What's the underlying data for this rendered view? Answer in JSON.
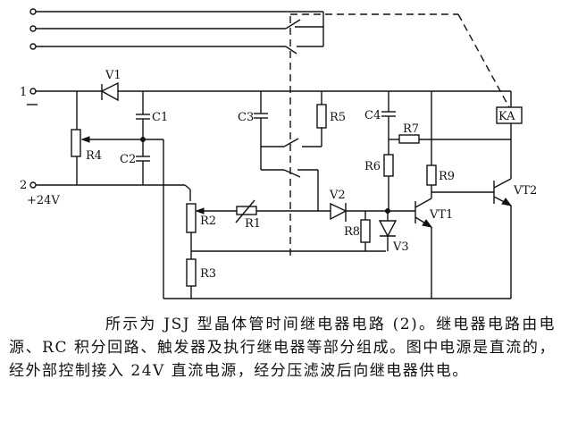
{
  "diagram": {
    "title": "JSJ 型晶体管时间继电器电路 (2)",
    "terminals": {
      "t1": "1",
      "t2": "2",
      "supply": "+24V"
    },
    "components": {
      "V1": "V1",
      "C1": "C1",
      "C2": "C2",
      "R4": "R4",
      "C3": "C3",
      "R5": "R5",
      "C4": "C4",
      "R7": "R7",
      "R6": "R6",
      "R9": "R9",
      "KA": "KA",
      "VT2": "VT2",
      "R2": "R2",
      "R1": "R1",
      "V2": "V2",
      "R8": "R8",
      "V3": "V3",
      "VT1": "VT1",
      "R3": "R3"
    }
  },
  "caption": {
    "text": "所示为 JSJ 型晶体管时间继电器电路 (2)。继电器电路由电源、RC 积分回路、触发器及执行继电器等部分组成。图中电源是直流的，经外部控制接入 24V 直流电源，经分压滤波后向继电器供电。"
  }
}
